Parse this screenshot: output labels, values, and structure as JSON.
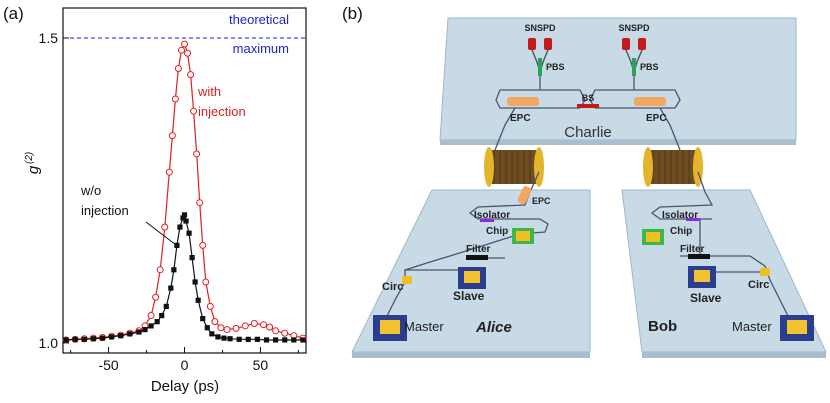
{
  "panel_a": {
    "label": "(a)",
    "chart_data": {
      "type": "line",
      "xlabel": "Delay (ps)",
      "ylabel": "g",
      "ylabel_superscript": "(2)",
      "xlim": [
        -80,
        80
      ],
      "ylim": [
        1.0,
        1.5
      ],
      "xticks": [
        -50,
        0,
        50
      ],
      "xtick_labels": [
        "-50",
        "0",
        "50"
      ],
      "yticks": [
        1.0,
        1.5
      ],
      "ytick_labels": [
        "1.0",
        "1.5"
      ],
      "grid": false,
      "reference_line": {
        "y": 1.5,
        "label_line1": "theoretical",
        "label_line2": "maximum",
        "color": "#2222cc"
      },
      "series": [
        {
          "label_line1": "with",
          "label_line2": "injection",
          "color": "#e02020",
          "marker": "open-circle",
          "x": [
            -78,
            -72,
            -66,
            -60,
            -54,
            -48,
            -42,
            -36,
            -30,
            -26,
            -22,
            -19,
            -16,
            -13,
            -10,
            -8,
            -6,
            -4,
            -2,
            0,
            2,
            4,
            6,
            8,
            10,
            12,
            14,
            17,
            20,
            24,
            28,
            34,
            40,
            46,
            52,
            56,
            60,
            66,
            72,
            78
          ],
          "y": [
            1.005,
            1.006,
            1.007,
            1.008,
            1.009,
            1.011,
            1.013,
            1.016,
            1.02,
            1.028,
            1.045,
            1.075,
            1.12,
            1.19,
            1.28,
            1.34,
            1.4,
            1.45,
            1.48,
            1.49,
            1.475,
            1.44,
            1.38,
            1.31,
            1.23,
            1.16,
            1.1,
            1.06,
            1.035,
            1.025,
            1.022,
            1.024,
            1.028,
            1.032,
            1.03,
            1.026,
            1.02,
            1.016,
            1.012,
            1.008
          ]
        },
        {
          "label_line1": "w/o",
          "label_line2": "injection",
          "color": "#111111",
          "marker": "filled-square",
          "x": [
            -78,
            -72,
            -66,
            -60,
            -54,
            -48,
            -42,
            -36,
            -30,
            -26,
            -22,
            -18,
            -15,
            -12,
            -9,
            -7,
            -5,
            -3,
            -1,
            0,
            1,
            3,
            5,
            7,
            9,
            12,
            15,
            18,
            22,
            26,
            30,
            36,
            42,
            48,
            54,
            60,
            66,
            72,
            78
          ],
          "y": [
            1.005,
            1.006,
            1.006,
            1.007,
            1.008,
            1.01,
            1.012,
            1.015,
            1.018,
            1.022,
            1.028,
            1.035,
            1.045,
            1.06,
            1.09,
            1.12,
            1.16,
            1.19,
            1.205,
            1.21,
            1.2,
            1.18,
            1.14,
            1.1,
            1.07,
            1.04,
            1.025,
            1.015,
            1.01,
            1.008,
            1.007,
            1.006,
            1.006,
            1.006,
            1.005,
            1.005,
            1.005,
            1.005,
            1.005
          ]
        }
      ]
    }
  },
  "panel_b": {
    "label": "(b)",
    "charlie": {
      "name": "Charlie",
      "detector_left": "SNSPD",
      "detector_right": "SNSPD",
      "pbs_left": "PBS",
      "pbs_right": "PBS",
      "epc_left": "EPC",
      "epc_right": "EPC",
      "bs": "BS"
    },
    "alice": {
      "name": "Alice",
      "epc": "EPC",
      "isolator": "Isolator",
      "chip": "Chip",
      "filter": "Filter",
      "circ": "Circ",
      "slave": "Slave",
      "master": "Master"
    },
    "bob": {
      "name": "Bob",
      "isolator": "Isolator",
      "chip": "Chip",
      "filter": "Filter",
      "circ": "Circ",
      "slave": "Slave",
      "master": "Master"
    },
    "colors": {
      "board": "#c9dae7",
      "board_edge": "#9fb6c8",
      "fiber": "#4a5470",
      "spool": "#6e4c22",
      "spool_rim": "#e3b52a",
      "epc": "#f2a862",
      "detector": "#c41a1a",
      "green_fiber": "#27a35a",
      "chip_green": "#3bb84a",
      "chip_yellow": "#f0c020",
      "laser_base": "#2a3e90",
      "laser_body": "#f2c230"
    }
  }
}
